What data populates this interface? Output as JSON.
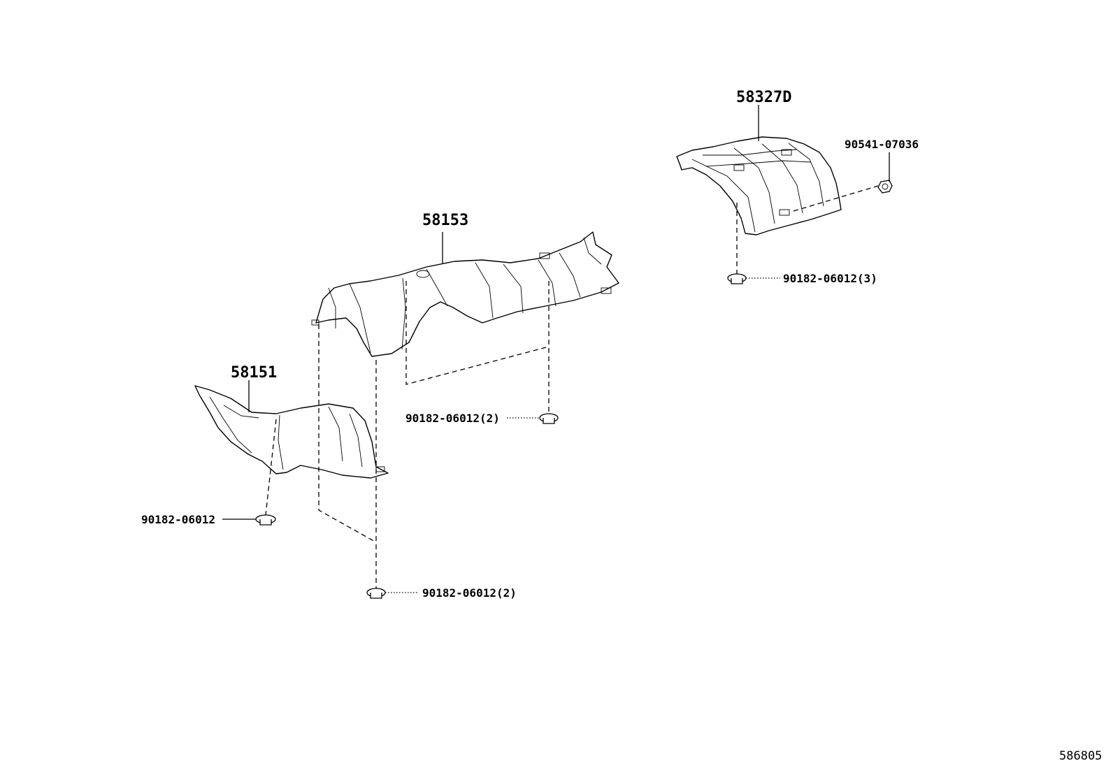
{
  "labels": {
    "p58327d": "58327D",
    "p90541": "90541-07036",
    "p58153": "58153",
    "p58151": "58151",
    "n_right": "90182-06012(3)",
    "n_mid": "90182-06012(2)",
    "n_left": "90182-06012",
    "n_bottom": "90182-06012(2)",
    "diagram_ref": "586805"
  }
}
